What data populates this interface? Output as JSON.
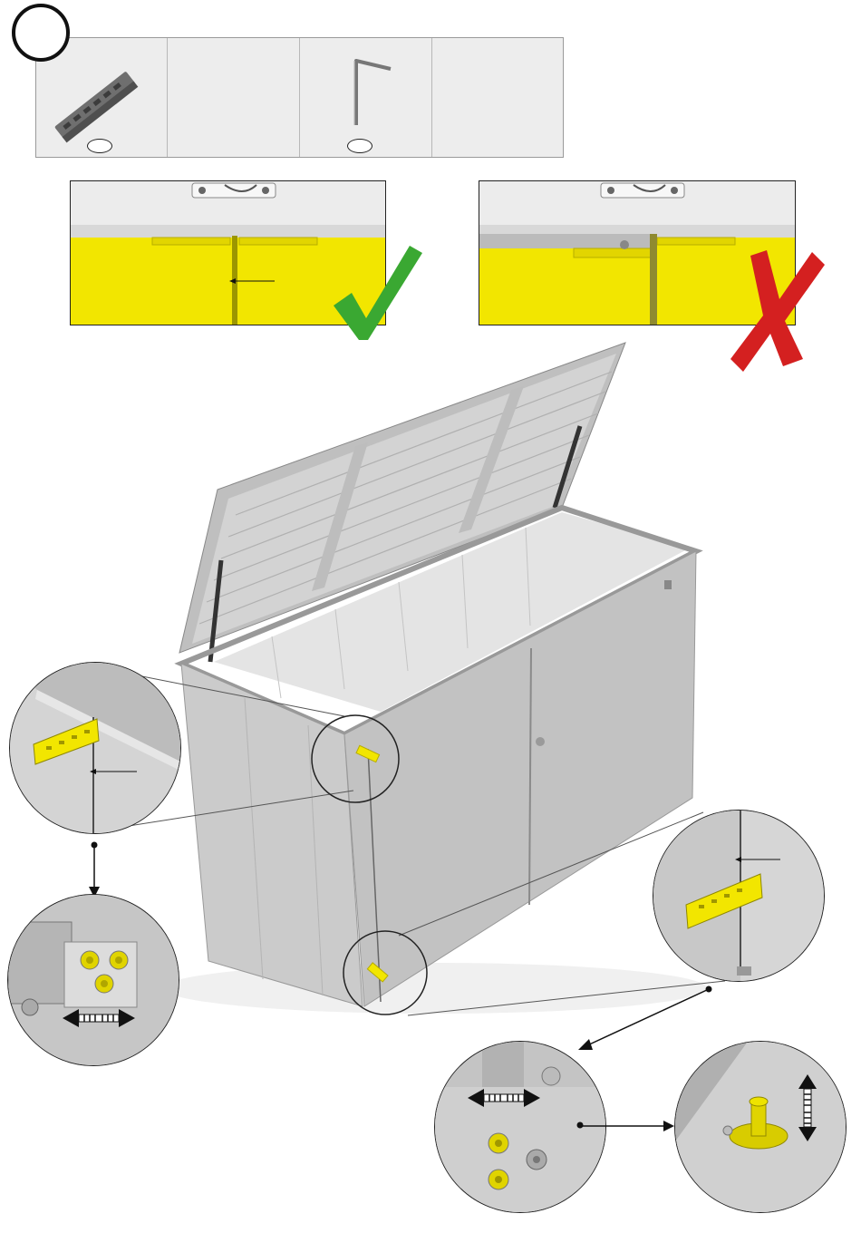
{
  "step": {
    "number": ""
  },
  "parts": [
    {
      "icon": "bracket-part-icon",
      "quantity": ""
    },
    {
      "icon": "empty-slot",
      "quantity": ""
    },
    {
      "icon": "allen-key-icon",
      "quantity": ""
    },
    {
      "icon": "empty-slot",
      "quantity": ""
    }
  ],
  "comparisons": [
    {
      "verdict": "correct",
      "icon": "checkmark-icon",
      "color": "#3aa832"
    },
    {
      "verdict": "incorrect",
      "icon": "cross-icon",
      "color": "#d42020"
    }
  ],
  "colors": {
    "accent_yellow": "#f2e600",
    "metal": "#c9c9c9",
    "outline": "#222222"
  }
}
